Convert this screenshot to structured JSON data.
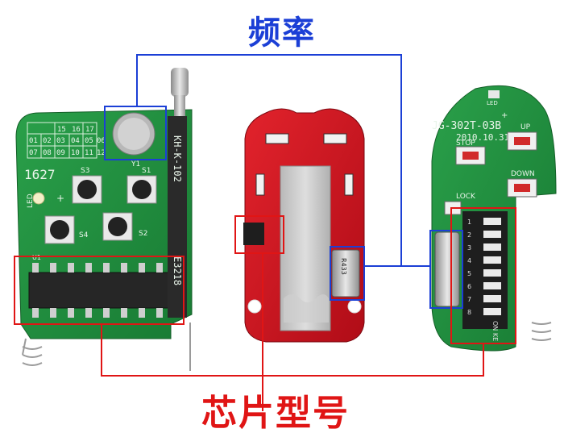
{
  "labels": {
    "frequency": "频率",
    "chip_model": "芯片型号"
  },
  "colors": {
    "frequency_marker": "#1b3fd6",
    "chip_marker": "#e01515",
    "pcb_green": "#1f8a3a",
    "pcb_red": "#c8121d"
  },
  "board_left": {
    "silkscreen": [
      "15",
      "16",
      "17",
      "01",
      "02",
      "03",
      "04",
      "05",
      "06",
      "07",
      "08",
      "09",
      "10",
      "11",
      "12"
    ],
    "led": "LED",
    "plus": "+",
    "side_code": "1627",
    "y1": "Y1",
    "switches": [
      "S3",
      "S1",
      "S4",
      "S2"
    ],
    "u1": "U1",
    "antenna_text": "KH-K-102",
    "edge_text": "E3218"
  },
  "board_middle": {
    "crystal_text": "R433"
  },
  "board_right": {
    "model_text": "JG-302T-03B",
    "date_text": "2010.10.31",
    "buttons": [
      "STOP",
      "UP",
      "DOWN",
      "LOCK"
    ],
    "led": "LED",
    "plus": "+",
    "dip_text": "ON KE",
    "dip_numbers": [
      "1",
      "2",
      "3",
      "4",
      "5",
      "6",
      "7",
      "8"
    ]
  }
}
